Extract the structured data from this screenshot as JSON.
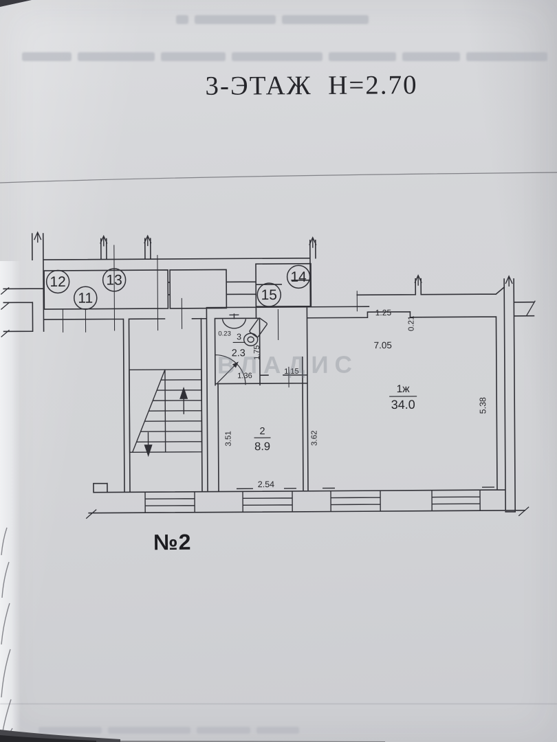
{
  "document": {
    "floor_title": "3-ЭТАЖ  Н=2.70",
    "apartment_label": "№2",
    "watermark": "ВЛАДИС"
  },
  "plan": {
    "room_circles": {
      "r11": "11",
      "r12": "12",
      "r13": "13",
      "r14": "14",
      "r15": "15"
    },
    "room_labels": {
      "living": {
        "num": "1ж",
        "area": "34.0"
      },
      "room2": {
        "num": "2",
        "area": "8.9"
      },
      "bath": {
        "num": "3",
        "area": "2.3"
      }
    },
    "dims": {
      "w125": "1.25",
      "h021": "0.21",
      "w705": "7.05",
      "h538": "5.38",
      "w023": "0.23",
      "h175": "1.75",
      "w136": "1.36",
      "w115": "1.15",
      "h351": "3.51",
      "h362": "3.62",
      "w254": "2.54"
    }
  }
}
